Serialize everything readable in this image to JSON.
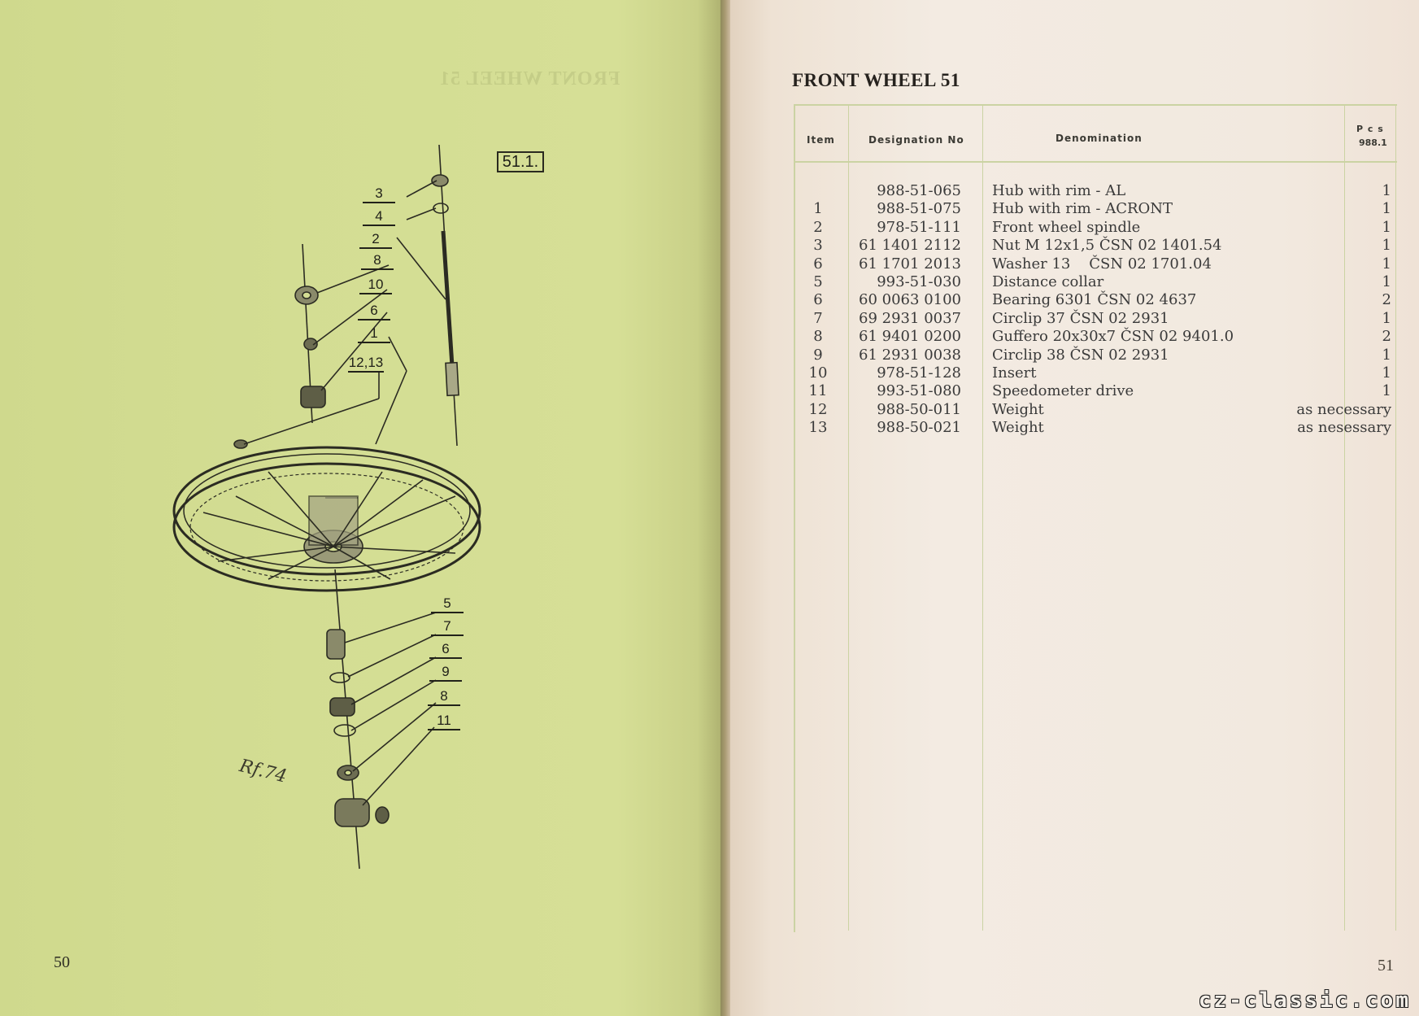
{
  "left_page": {
    "figure_label": "51.1.",
    "callouts": [
      "3",
      "4",
      "2",
      "8",
      "10",
      "6",
      "1",
      "12,13",
      "5",
      "7",
      "6",
      "9",
      "8",
      "11"
    ],
    "signature": "Rf.74",
    "page_number": "50"
  },
  "right_page": {
    "title": "FRONT WHEEL 51",
    "headers": {
      "item": "Item",
      "designation": "Designation No",
      "denomination": "Denomination",
      "pcs": "P c s",
      "pcs_model": "988.1"
    },
    "rows": [
      {
        "item": "",
        "designation": "988-51-065",
        "denomination": "Hub with rim - AL",
        "pcs": "1"
      },
      {
        "item": "1",
        "designation": "988-51-075",
        "denomination": "Hub with rim - ACRONT",
        "pcs": "1"
      },
      {
        "item": "2",
        "designation": "978-51-111",
        "denomination": "Front wheel spindle",
        "pcs": "1"
      },
      {
        "item": "3",
        "designation": "61 1401 2112",
        "denomination": "Nut M 12x1,5 ČSN 02 1401.54",
        "pcs": "1"
      },
      {
        "item": "6",
        "designation": "61 1701 2013",
        "denomination": "Washer 13    ČSN 02 1701.04",
        "pcs": "1"
      },
      {
        "item": "5",
        "designation": "993-51-030",
        "denomination": "Distance collar",
        "pcs": "1"
      },
      {
        "item": "6",
        "designation": "60 0063 0100",
        "denomination": "Bearing 6301 ČSN 02 4637",
        "pcs": "2"
      },
      {
        "item": "7",
        "designation": "69 2931 0037",
        "denomination": "Circlip 37 ČSN 02 2931",
        "pcs": "1"
      },
      {
        "item": "8",
        "designation": "61 9401 0200",
        "denomination": "Guffero 20x30x7 ČSN 02 9401.0",
        "pcs": "2"
      },
      {
        "item": "9",
        "designation": "61 2931 0038",
        "denomination": "Circlip 38 ČSN 02 2931",
        "pcs": "1"
      },
      {
        "item": "10",
        "designation": "978-51-128",
        "denomination": "Insert",
        "pcs": "1"
      },
      {
        "item": "11",
        "designation": "993-51-080",
        "denomination": "Speedometer drive",
        "pcs": "1"
      },
      {
        "item": "12",
        "designation": "988-50-011",
        "denomination": "Weight",
        "pcs": "as necessary"
      },
      {
        "item": "13",
        "designation": "988-50-021",
        "denomination": "Weight",
        "pcs": "as nesessary"
      }
    ],
    "page_number": "51",
    "watermark": "cz-classic.com"
  },
  "colors": {
    "left_page": "#d3dd93",
    "right_page": "#f2e9df",
    "rule": "#cbd3a3",
    "ink": "#3a3a3a"
  }
}
